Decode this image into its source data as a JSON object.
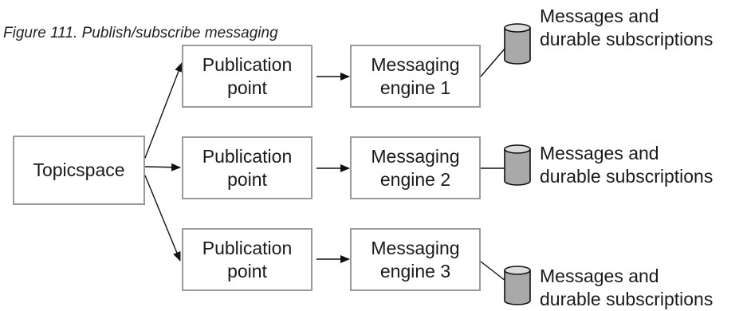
{
  "caption": "Figure 111. Publish/subscribe messaging",
  "topicspace": {
    "label": "Topicspace"
  },
  "rows": [
    {
      "publication": [
        "Publication",
        "point"
      ],
      "engine": [
        "Messaging",
        "engine 1"
      ],
      "store": [
        "Messages and",
        "durable subscriptions"
      ]
    },
    {
      "publication": [
        "Publication",
        "point"
      ],
      "engine": [
        "Messaging",
        "engine 2"
      ],
      "store": [
        "Messages and",
        "durable subscriptions"
      ]
    },
    {
      "publication": [
        "Publication",
        "point"
      ],
      "engine": [
        "Messaging",
        "engine 3"
      ],
      "store": [
        "Messages and",
        "durable subscriptions"
      ]
    }
  ]
}
